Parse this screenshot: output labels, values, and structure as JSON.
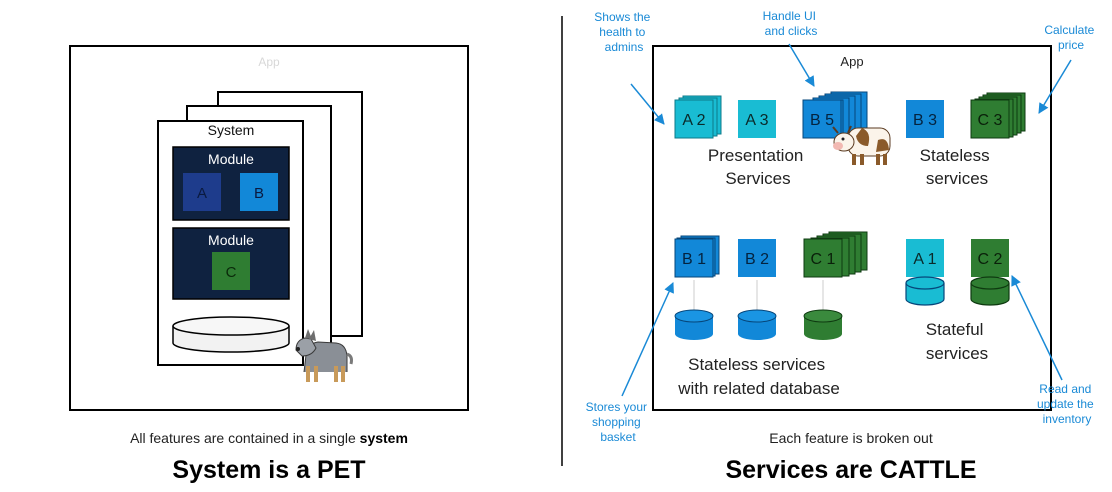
{
  "left": {
    "app_label": "App",
    "system_label": "System",
    "module1_label": "Module",
    "module1_boxes": [
      "A",
      "B"
    ],
    "module2_label": "Module",
    "module2_boxes": [
      "C"
    ],
    "caption_prefix": "All features are contained in a single ",
    "caption_bold": "system",
    "heading": "System is a PET",
    "mascot": "dog-icon"
  },
  "right": {
    "app_label": "App",
    "boxes": [
      "A 2",
      "A 3",
      "B 5",
      "B 3",
      "C 3",
      "B 1",
      "B 2",
      "C 1",
      "A 1",
      "C 2"
    ],
    "group_presentation": [
      "Presentation",
      "Services"
    ],
    "group_stateless": [
      "Stateless",
      "services"
    ],
    "group_stateless_db": [
      "Stateless services",
      "with related database"
    ],
    "group_stateful": [
      "Stateful",
      "services"
    ],
    "annotations": {
      "health": [
        "Shows the",
        "health to",
        "admins"
      ],
      "ui": [
        "Handle UI",
        "and clicks"
      ],
      "price": [
        "Calculate",
        "price"
      ],
      "basket": [
        "Stores your",
        "shopping",
        "basket"
      ],
      "inventory": [
        "Read and",
        "update the",
        "inventory"
      ]
    },
    "caption": "Each feature is broken out",
    "heading": "Services are CATTLE",
    "mascot": "cow-icon"
  },
  "colors": {
    "cyan": "#19bcd3",
    "blue": "#1288d8",
    "green": "#2f7d32",
    "navy": "#0f2240",
    "annotation": "#1a8ad6"
  }
}
